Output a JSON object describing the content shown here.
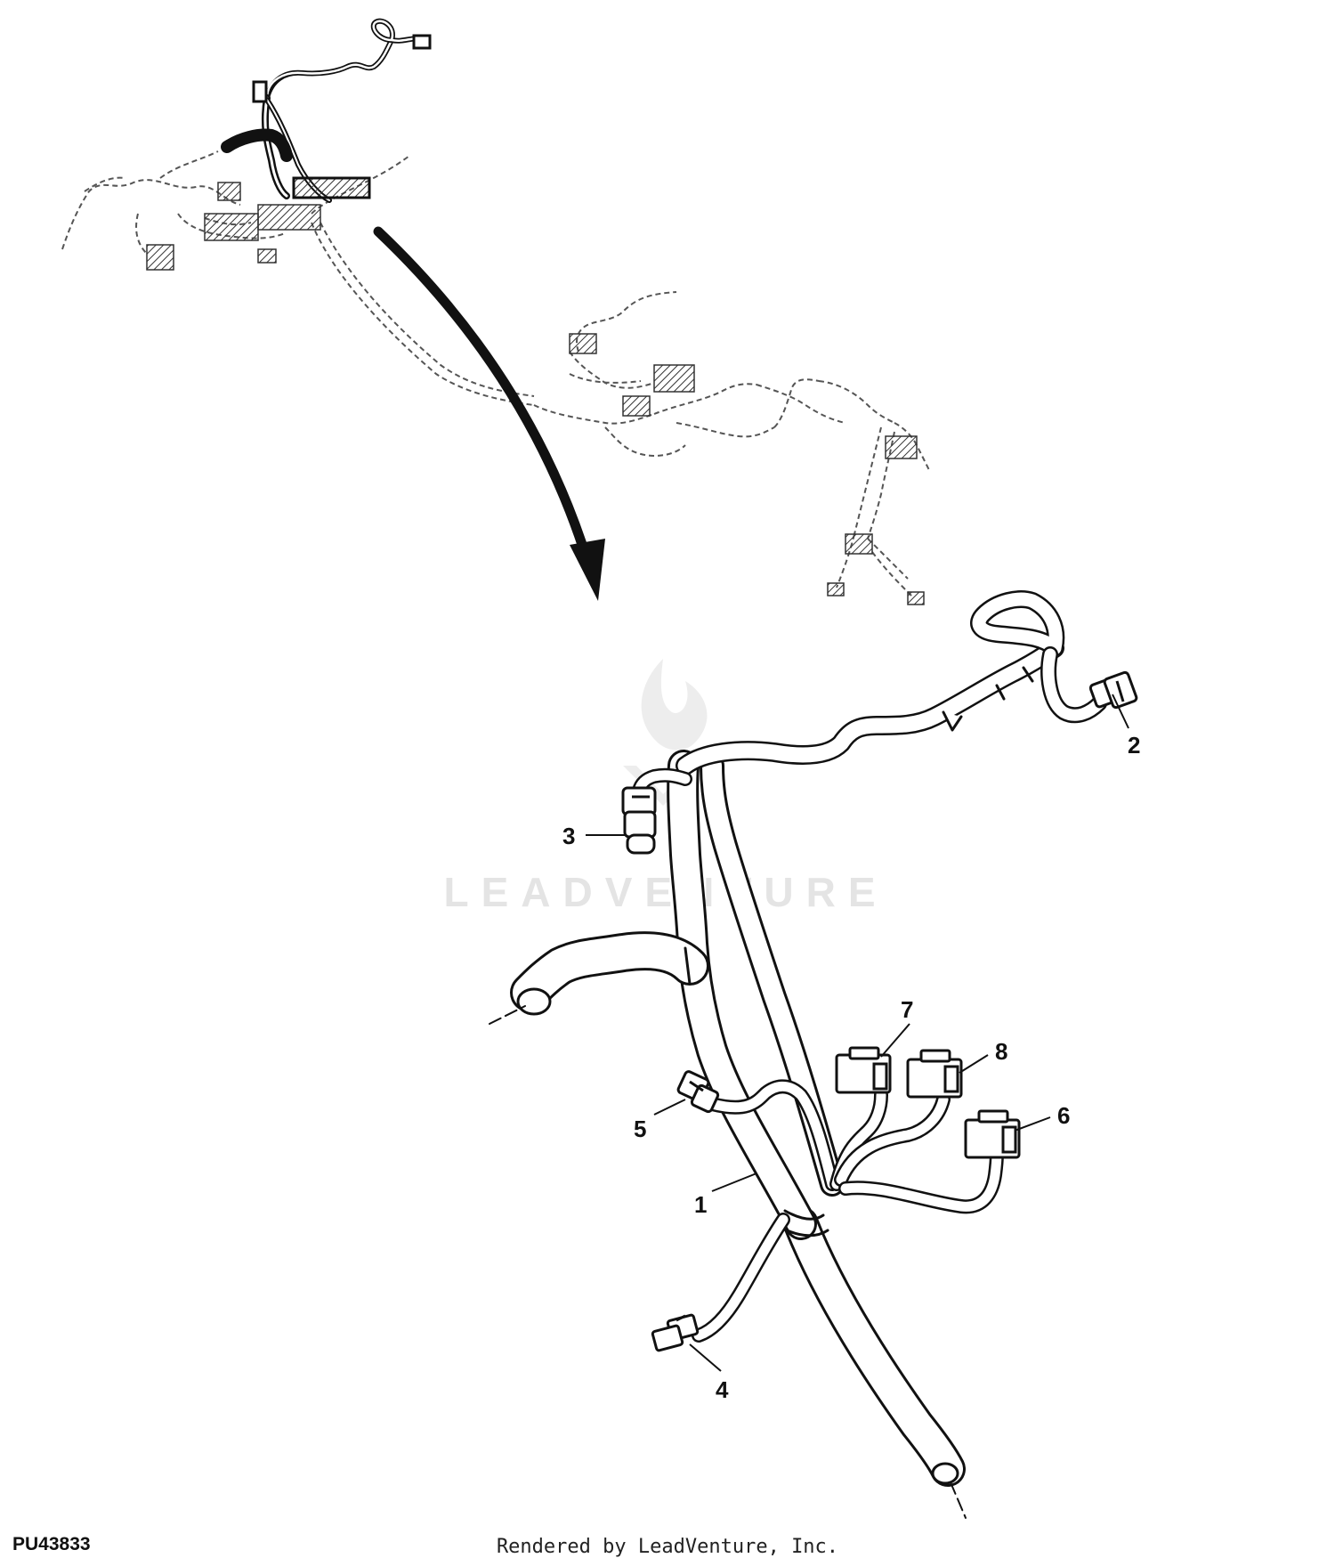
{
  "figure": {
    "id": "PU43833",
    "credit": "Rendered by LeadVenture, Inc.",
    "watermark": "LEADVENTURE"
  },
  "callouts": [
    {
      "number": "1"
    },
    {
      "number": "2"
    },
    {
      "number": "3"
    },
    {
      "number": "4"
    },
    {
      "number": "5"
    },
    {
      "number": "6"
    },
    {
      "number": "7"
    },
    {
      "number": "8"
    }
  ],
  "colors": {
    "line": "#111111",
    "dashed": "#555555",
    "watermark": "#e4e4e4",
    "background": "#ffffff"
  }
}
